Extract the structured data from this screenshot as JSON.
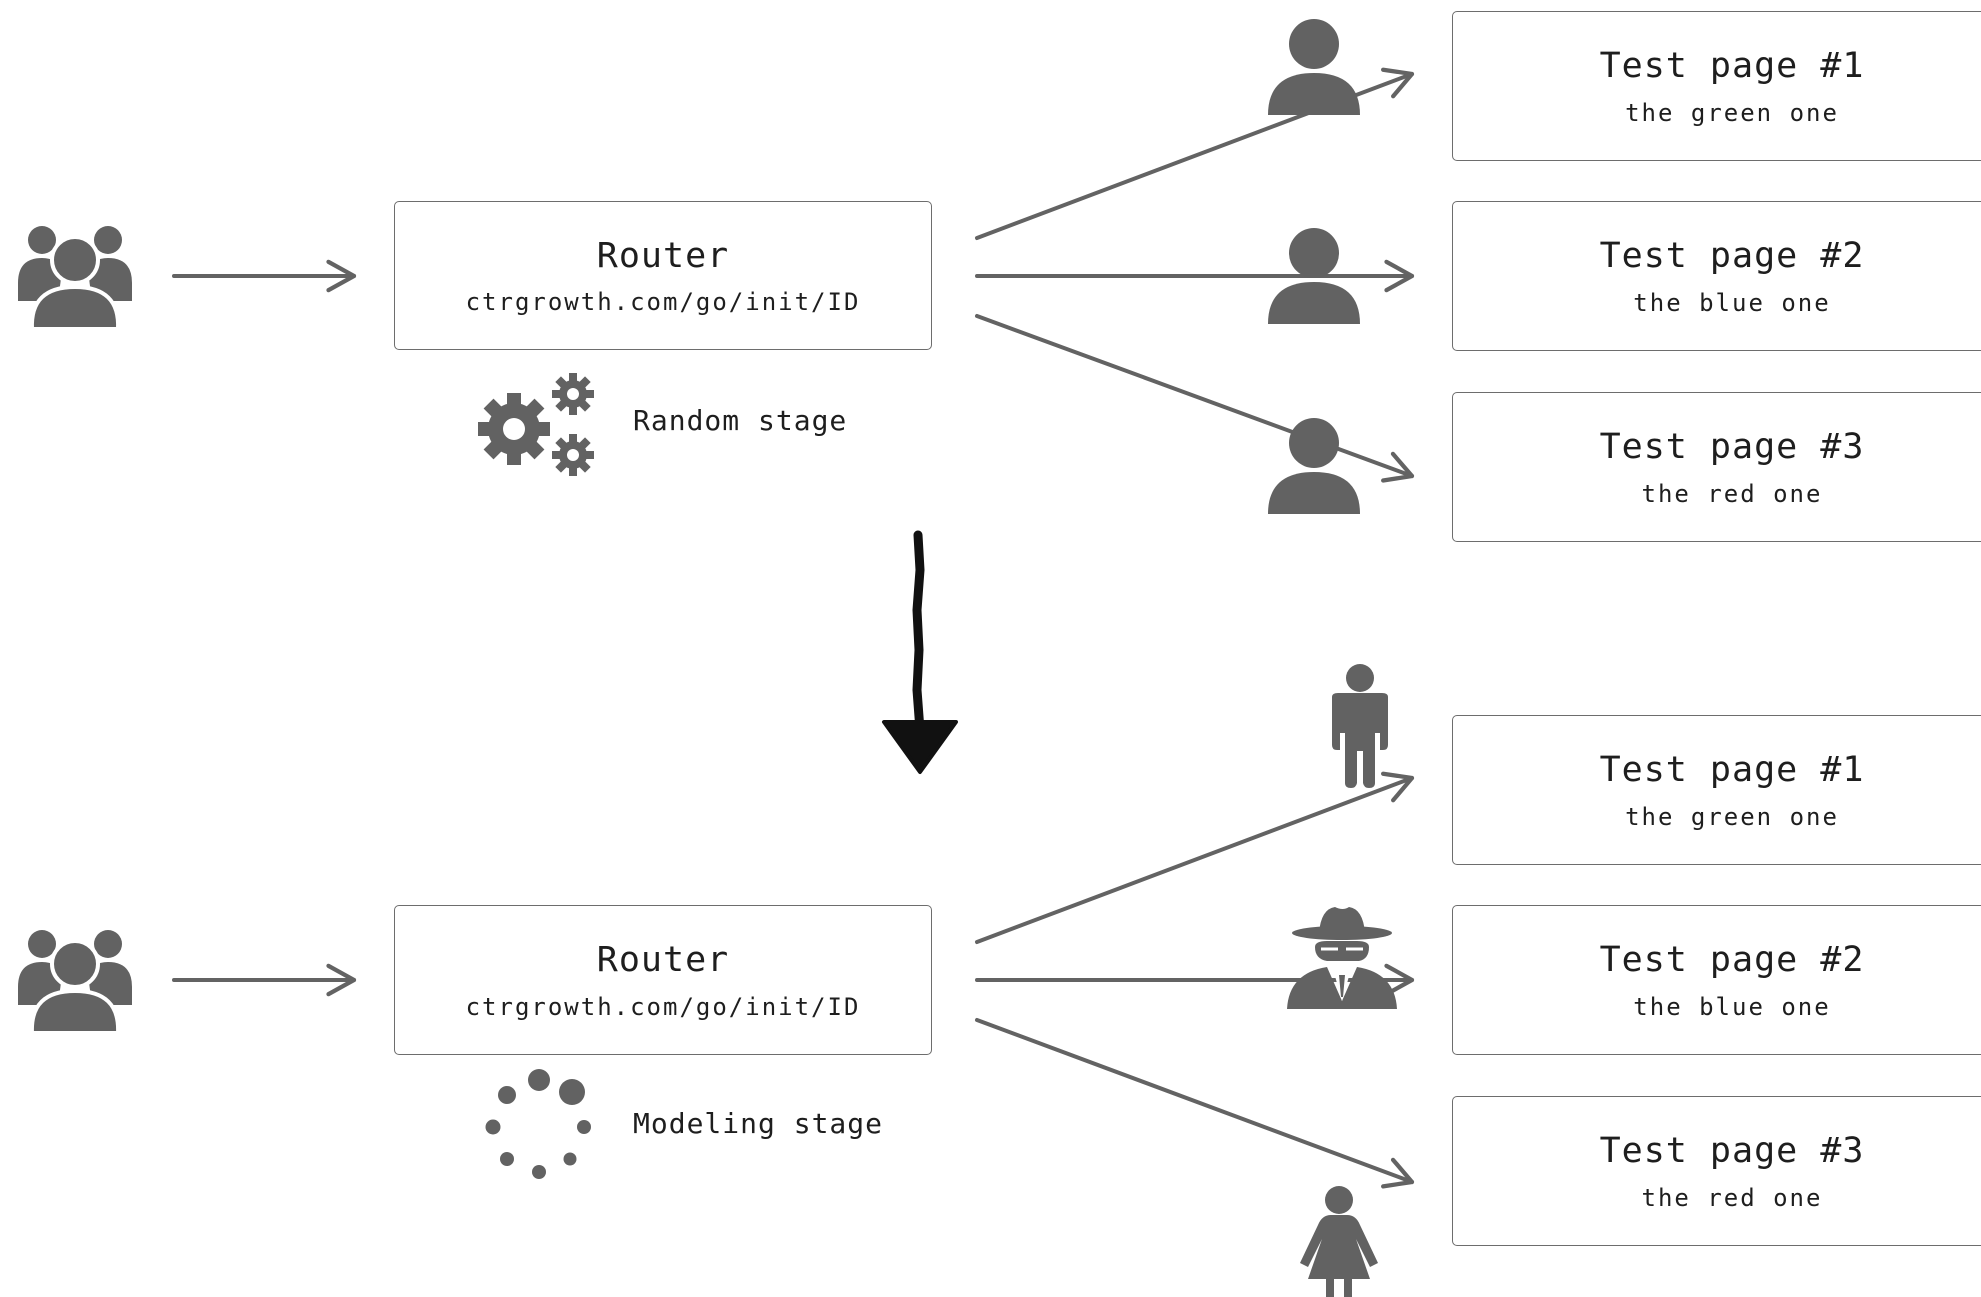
{
  "top": {
    "router": {
      "title": "Router",
      "url": "ctrgrowth.com/go/init/ID"
    },
    "stage_label": "Random stage",
    "stage_icon": "gears-icon",
    "pages": [
      {
        "title": "Test page #1",
        "subtitle": "the green one"
      },
      {
        "title": "Test page #2",
        "subtitle": "the blue one"
      },
      {
        "title": "Test page #3",
        "subtitle": "the red one"
      }
    ],
    "visitor_icons": [
      "user-icon",
      "user-icon",
      "user-icon"
    ]
  },
  "bottom": {
    "router": {
      "title": "Router",
      "url": "ctrgrowth.com/go/init/ID"
    },
    "stage_label": "Modeling stage",
    "stage_icon": "spinner-icon",
    "pages": [
      {
        "title": "Test page #1",
        "subtitle": "the green one"
      },
      {
        "title": "Test page #2",
        "subtitle": "the blue one"
      },
      {
        "title": "Test page #3",
        "subtitle": "the red one"
      }
    ],
    "visitor_icons": [
      "man-icon",
      "spy-icon",
      "woman-icon"
    ]
  },
  "colors": {
    "icon": "#626262",
    "line": "#636363",
    "text": "#1e1e1e"
  }
}
